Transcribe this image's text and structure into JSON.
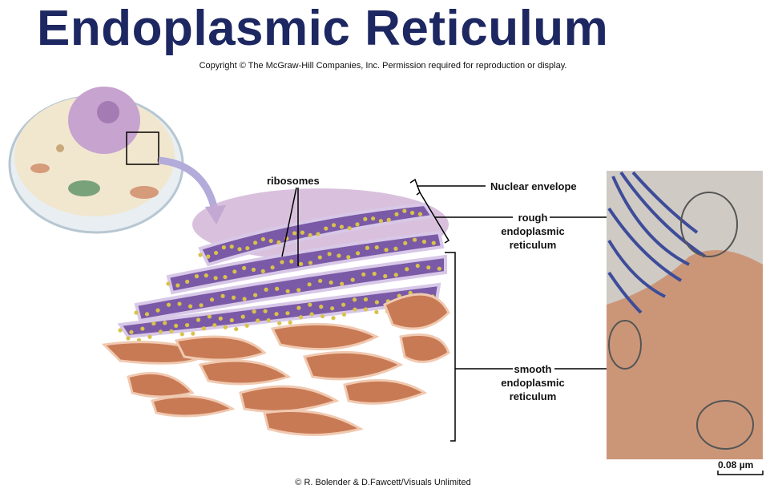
{
  "title": "Endoplasmic Reticulum",
  "copyright": "Copyright © The McGraw-Hill Companies, Inc. Permission required for reproduction or display.",
  "labels": {
    "ribosomes": "ribosomes",
    "nuclear_envelope": "Nuclear envelope",
    "rough_er": [
      "rough",
      "endoplasmic",
      "reticulum"
    ],
    "smooth_er": [
      "smooth",
      "endoplasmic",
      "reticulum"
    ]
  },
  "scale_bar": "0.08 µm",
  "credit": "© R. Bolender & D.Fawcett/Visuals Unlimited",
  "colors": {
    "title": "#1d2761",
    "rough_er": "#7a5aa6",
    "smooth_er": "#c87a55",
    "ribosome": "#d9c24a"
  }
}
